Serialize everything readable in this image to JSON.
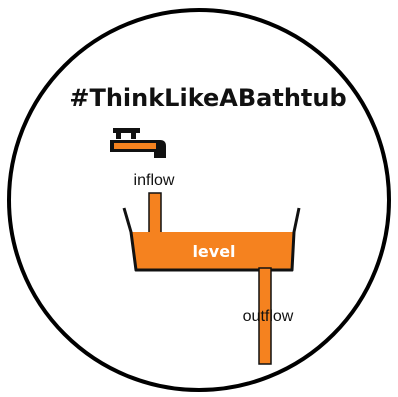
{
  "diagram": {
    "title": "#ThinkLikeABathtub",
    "labels": {
      "inflow": "inflow",
      "level": "level",
      "outflow": "outflow"
    },
    "colors": {
      "accent": "#f5821f",
      "stroke": "#111111",
      "background": "#ffffff",
      "level_text": "#ffffff"
    }
  }
}
